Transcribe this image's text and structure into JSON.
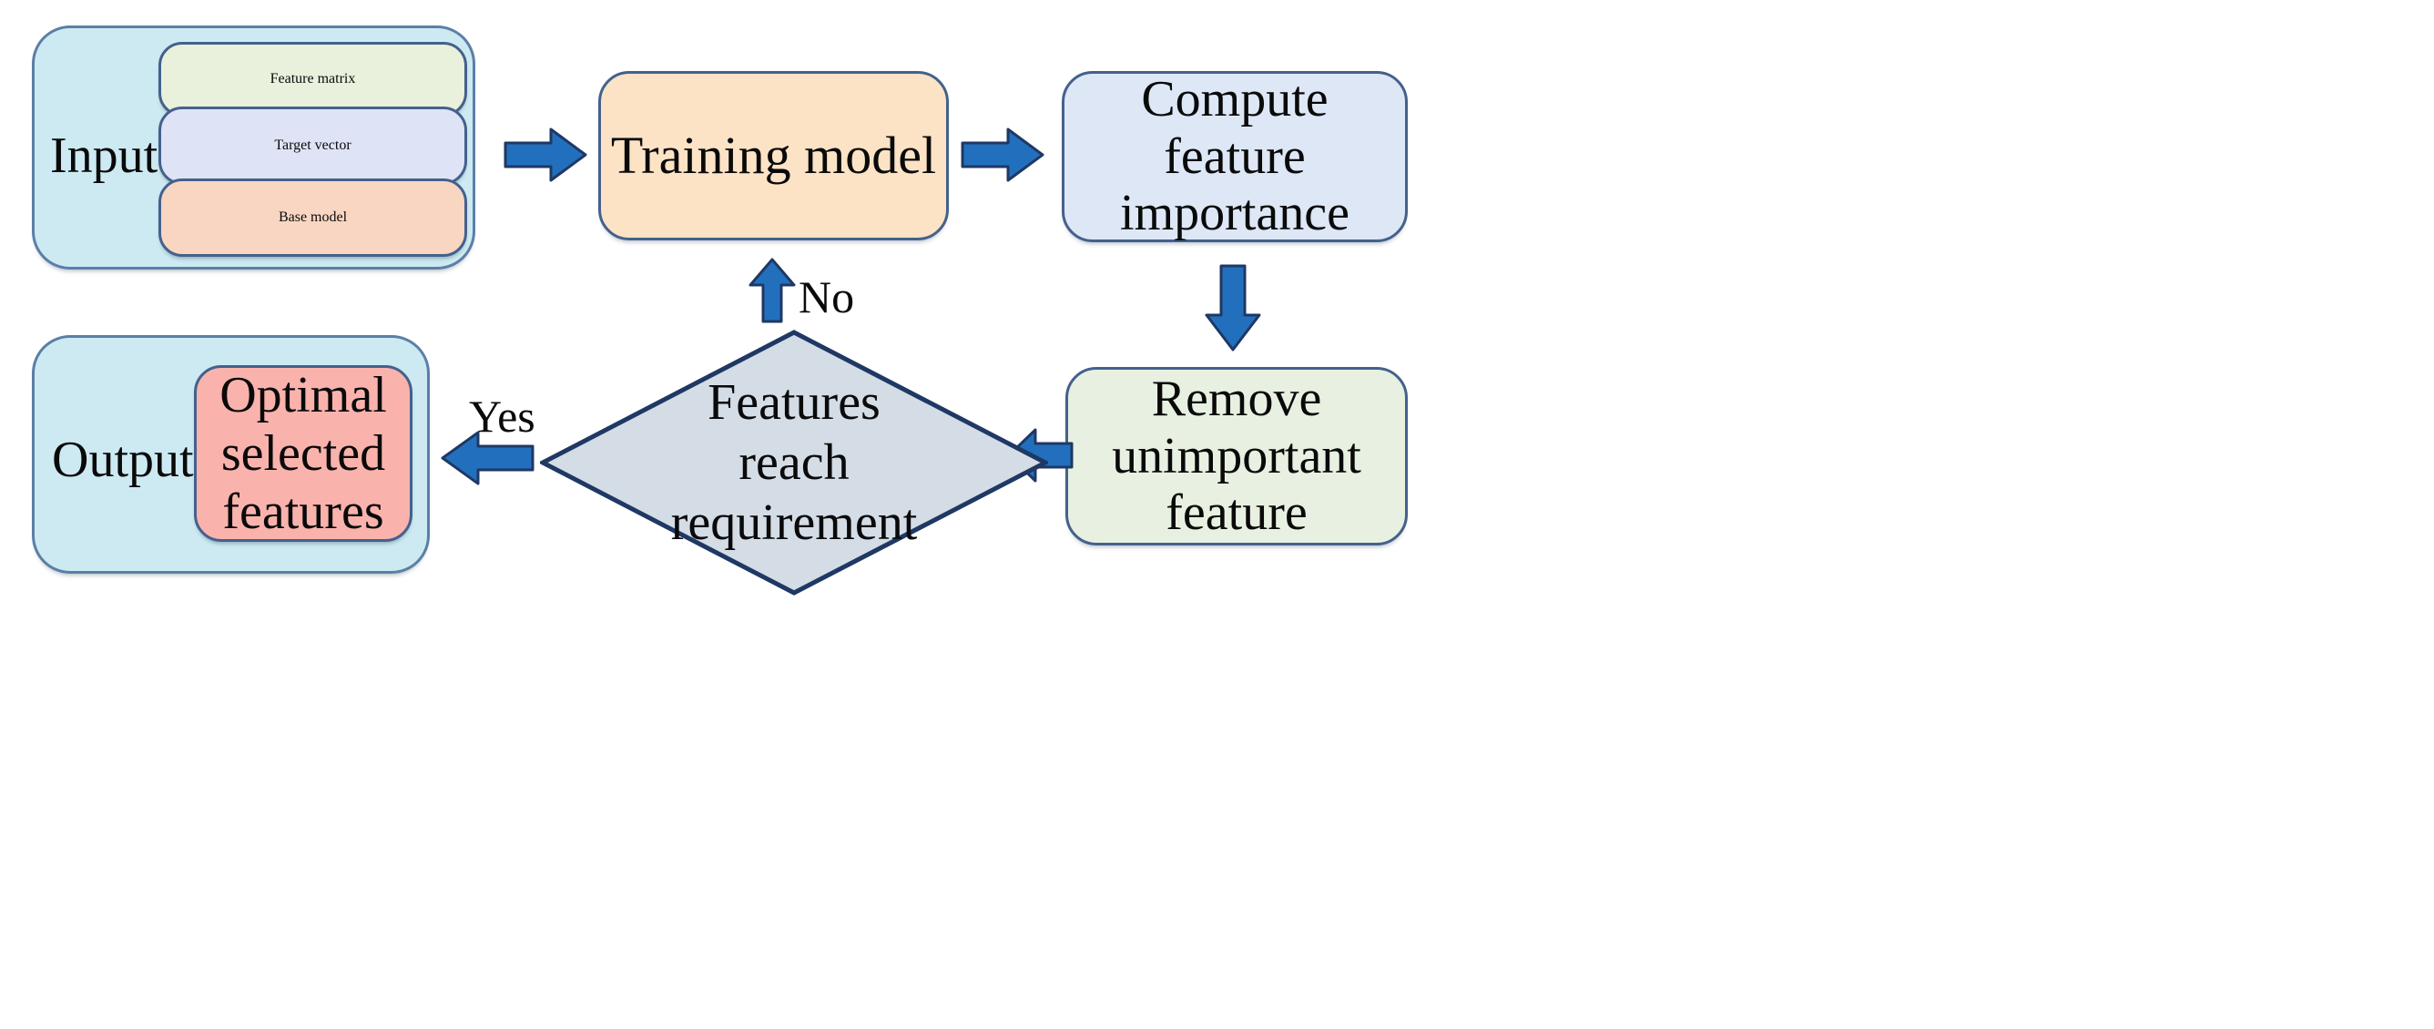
{
  "diagram": {
    "title": "Recursive feature elimination flowchart",
    "type": "flowchart"
  },
  "colors": {
    "group_fill": "#cdeaf2",
    "group_border": "#5b7fa6",
    "node_border": "#44618c",
    "feature_matrix_fill": "#e9f0dc",
    "target_vector_fill": "#dee4f6",
    "base_model_fill": "#f9d6c2",
    "training_model_fill": "#fce3c5",
    "compute_importance_fill": "#dde7f6",
    "remove_feature_fill": "#e8f1e1",
    "optimal_features_fill": "#f9b3ac",
    "decision_fill": "#d4dce6",
    "decision_border": "#1f3864",
    "arrow_fill": "#2270bd",
    "arrow_border": "#1f3864",
    "text": "#0a0a0a"
  },
  "nodes": {
    "input_group": {
      "label": "Input:",
      "items": [
        {
          "label": "Feature matrix",
          "icon": "data-matrix-icon"
        },
        {
          "label": "Target vector",
          "icon": "target-vector-icon"
        },
        {
          "label": "Base model",
          "icon": "model-icon"
        }
      ]
    },
    "training_model": {
      "label": "Training model"
    },
    "compute_importance": {
      "line1": "Compute feature",
      "line2": "importance"
    },
    "remove_feature": {
      "line1": "Remove",
      "line2": "unimportant",
      "line3": "feature"
    },
    "decision": {
      "line1": "Features",
      "line2": "reach",
      "line3": "requirement"
    },
    "output_group": {
      "label": "Output:",
      "item": {
        "line1": "Optimal",
        "line2": "selected",
        "line3": "features"
      }
    }
  },
  "edges": {
    "input_to_training": {
      "icon": "arrow-right-icon",
      "label": ""
    },
    "training_to_compute": {
      "icon": "arrow-right-icon",
      "label": ""
    },
    "compute_to_remove": {
      "icon": "arrow-down-icon",
      "label": ""
    },
    "remove_to_decision": {
      "icon": "arrow-left-icon",
      "label": ""
    },
    "decision_to_training": {
      "icon": "arrow-up-icon",
      "label": "No"
    },
    "decision_to_output": {
      "icon": "arrow-left-icon",
      "label": "Yes"
    }
  }
}
